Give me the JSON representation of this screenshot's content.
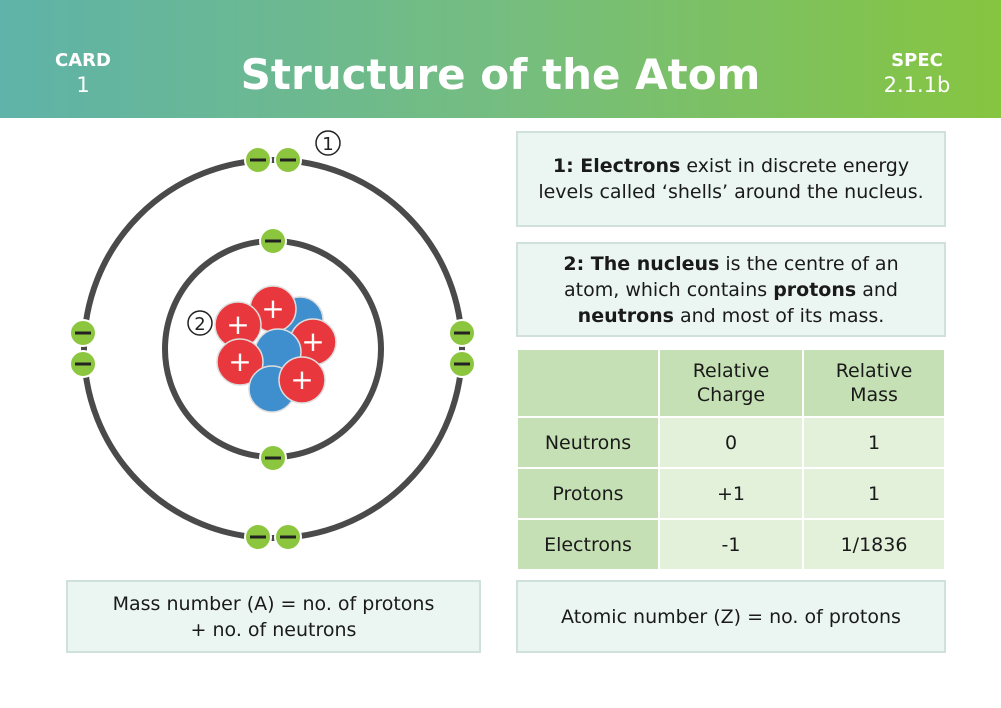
{
  "header": {
    "card_label": "CARD",
    "card_number": "1",
    "title": "Structure of the Atom",
    "spec_label": "SPEC",
    "spec_number": "2.1.1b"
  },
  "diagram": {
    "label_1": "1",
    "label_2": "2",
    "electron_symbol": "−",
    "proton_symbol": "+",
    "colors": {
      "shell": "#4a4a4a",
      "electron": "#8cc63f",
      "proton": "#e8383d",
      "neutron": "#3f8fcf"
    }
  },
  "facts": {
    "shells": {
      "prefix": "1: Electrons",
      "text": " exist in discrete energy levels called ‘shells’ around the nucleus."
    },
    "nucleus": {
      "prefix": "2: The nucleus",
      "t1": " is the centre of an atom, which contains ",
      "b1": "protons",
      "t2": " and ",
      "b2": "neutrons",
      "t3": " and most of its mass."
    }
  },
  "table": {
    "headers": [
      "",
      "Relative Charge",
      "Relative Mass"
    ],
    "rows": [
      [
        "Neutrons",
        "0",
        "1"
      ],
      [
        "Protons",
        "+1",
        "1"
      ],
      [
        "Electrons",
        "-1",
        "1/1836"
      ]
    ]
  },
  "mass_number": {
    "b": "Mass number (A)",
    "text": " = no. of protons + no. of neutrons"
  },
  "atomic_number": {
    "b": "Atomic number (Z)",
    "text": " = no. of protons"
  }
}
